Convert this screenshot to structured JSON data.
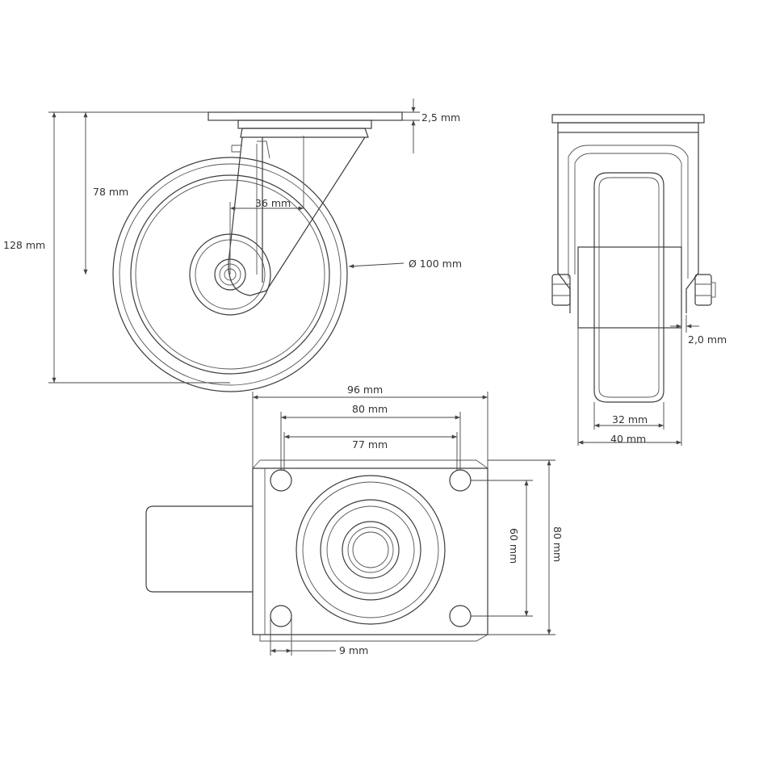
{
  "labels": {
    "plate_thickness": "2,5 mm",
    "swivel_offset": "78 mm",
    "total_height": "128 mm",
    "offset_36": "36 mm",
    "wheel_diameter": "Ø 100 mm",
    "axle_gap": "2,0 mm",
    "tread_width": "32 mm",
    "fork_width": "40 mm",
    "plate_length": "96 mm",
    "hole_spacing_long_80": "80 mm",
    "hole_spacing_long_77": "77 mm",
    "hole_spacing_short_60": "60 mm",
    "plate_width_80": "80 mm",
    "hole_diameter": "9 mm"
  },
  "colors": {
    "line": "#3c3c3c",
    "text": "#333333",
    "background": "#ffffff"
  }
}
